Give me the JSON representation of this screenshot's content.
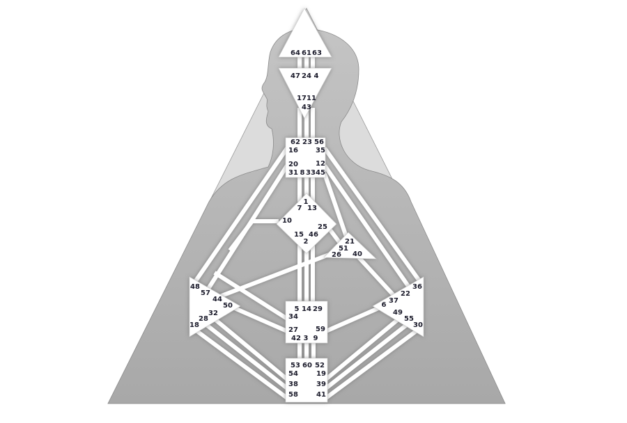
{
  "colors": {
    "background_triangle": "#dcdcdc",
    "body": "#b8b8b8",
    "center_fill": "#ffffff",
    "channel": "#ffffff",
    "gate_text": "#1a1a2a"
  },
  "gates": {
    "head": [
      "64",
      "61",
      "63"
    ],
    "ajna": [
      "47",
      "24",
      "4",
      "17",
      "11",
      "43"
    ],
    "throat": [
      "62",
      "23",
      "56",
      "16",
      "35",
      "20",
      "12",
      "31",
      "8",
      "33",
      "45"
    ],
    "g": [
      "1",
      "7",
      "13",
      "10",
      "25",
      "15",
      "46",
      "2"
    ],
    "heart": [
      "21",
      "51",
      "26",
      "40"
    ],
    "spleen": [
      "48",
      "57",
      "44",
      "50",
      "32",
      "28",
      "18"
    ],
    "solar_plexus": [
      "36",
      "22",
      "37",
      "6",
      "49",
      "55",
      "30"
    ],
    "sacral": [
      "5",
      "14",
      "29",
      "34",
      "27",
      "59",
      "42",
      "3",
      "9"
    ],
    "root": [
      "53",
      "60",
      "52",
      "54",
      "19",
      "38",
      "39",
      "58",
      "41"
    ]
  }
}
